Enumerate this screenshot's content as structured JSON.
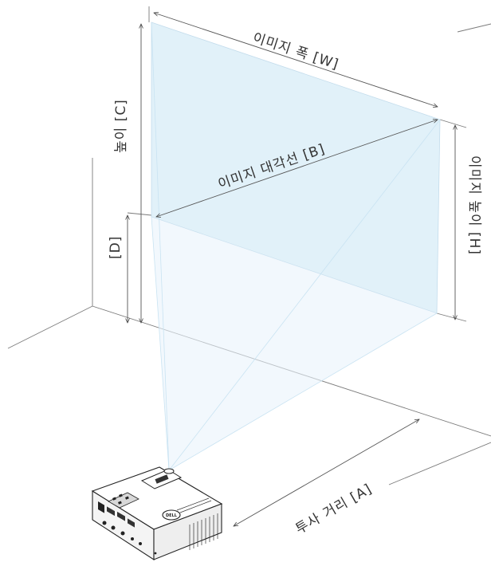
{
  "labels": {
    "image_width": "이미지 폭 [W]",
    "image_diagonal": "이미지 대각선 [B]",
    "image_height": "이미지 높이 [H]",
    "height_c": "높이 [C]",
    "offset_d": "[D]",
    "throw_distance": "투사 거리 [A]"
  },
  "projector": {
    "brand_logo": "DELL"
  },
  "colors": {
    "screen_fill": "#dceef8",
    "beam": "#c9e3f2",
    "lines": "#6f6f6f",
    "text": "#333333"
  }
}
